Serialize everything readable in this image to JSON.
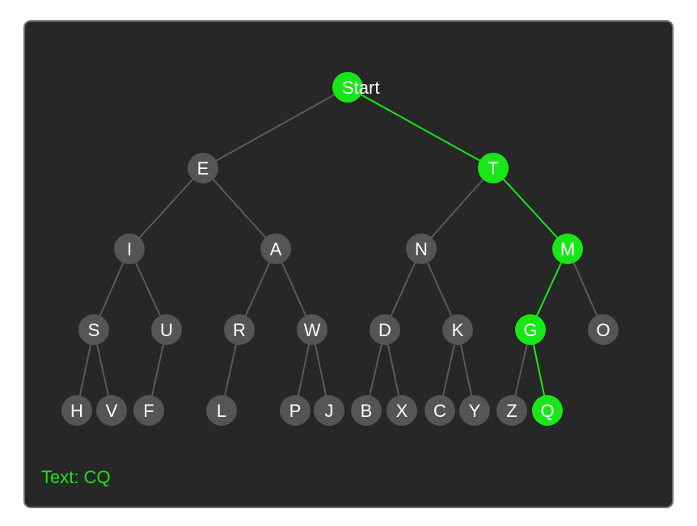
{
  "colors": {
    "panel_background": "#272727",
    "panel_border": "#6f6f6f",
    "node_default": "#555555",
    "edge_default": "#5a5a5a",
    "highlight": "#19e619",
    "node_text": "#ffffff"
  },
  "tree": {
    "root": "Start",
    "nodes": [
      {
        "id": "start",
        "label": "Start",
        "parent": null,
        "highlighted": true
      },
      {
        "id": "e",
        "label": "E",
        "parent": "start",
        "highlighted": false
      },
      {
        "id": "t",
        "label": "T",
        "parent": "start",
        "highlighted": true
      },
      {
        "id": "i",
        "label": "I",
        "parent": "e",
        "highlighted": false
      },
      {
        "id": "a",
        "label": "A",
        "parent": "e",
        "highlighted": false
      },
      {
        "id": "n",
        "label": "N",
        "parent": "t",
        "highlighted": false
      },
      {
        "id": "m",
        "label": "M",
        "parent": "t",
        "highlighted": true
      },
      {
        "id": "s",
        "label": "S",
        "parent": "i",
        "highlighted": false
      },
      {
        "id": "u",
        "label": "U",
        "parent": "i",
        "highlighted": false
      },
      {
        "id": "r",
        "label": "R",
        "parent": "a",
        "highlighted": false
      },
      {
        "id": "w",
        "label": "W",
        "parent": "a",
        "highlighted": false
      },
      {
        "id": "d",
        "label": "D",
        "parent": "n",
        "highlighted": false
      },
      {
        "id": "k",
        "label": "K",
        "parent": "n",
        "highlighted": false
      },
      {
        "id": "g",
        "label": "G",
        "parent": "m",
        "highlighted": true
      },
      {
        "id": "o",
        "label": "O",
        "parent": "m",
        "highlighted": false
      },
      {
        "id": "h",
        "label": "H",
        "parent": "s",
        "highlighted": false
      },
      {
        "id": "v",
        "label": "V",
        "parent": "s",
        "highlighted": false
      },
      {
        "id": "f",
        "label": "F",
        "parent": "u",
        "highlighted": false
      },
      {
        "id": "l",
        "label": "L",
        "parent": "r",
        "highlighted": false
      },
      {
        "id": "p",
        "label": "P",
        "parent": "w",
        "highlighted": false
      },
      {
        "id": "j",
        "label": "J",
        "parent": "w",
        "highlighted": false
      },
      {
        "id": "b",
        "label": "B",
        "parent": "d",
        "highlighted": false
      },
      {
        "id": "x",
        "label": "X",
        "parent": "d",
        "highlighted": false
      },
      {
        "id": "c",
        "label": "C",
        "parent": "k",
        "highlighted": false
      },
      {
        "id": "y",
        "label": "Y",
        "parent": "k",
        "highlighted": false
      },
      {
        "id": "z",
        "label": "Z",
        "parent": "g",
        "highlighted": false
      },
      {
        "id": "q",
        "label": "Q",
        "parent": "g",
        "highlighted": true
      }
    ]
  },
  "status": {
    "text": "Text: CQ"
  }
}
